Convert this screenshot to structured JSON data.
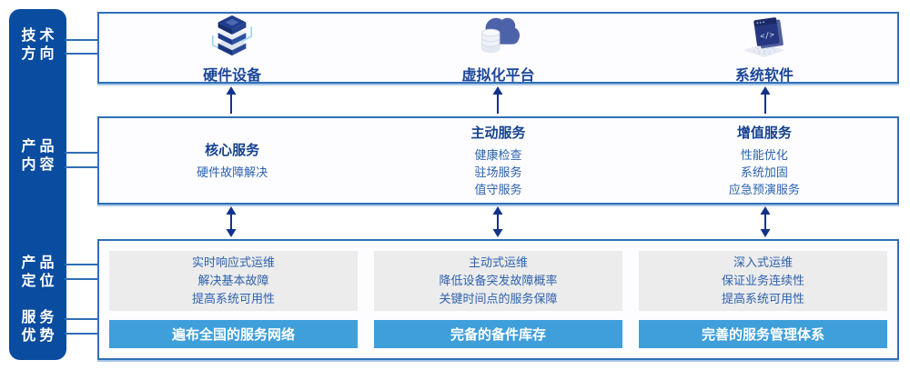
{
  "colors": {
    "sidebar_bg": "#0a4c9f",
    "box_border": "#2f6fb6",
    "title_text": "#15418f",
    "body_text": "#2b62ae",
    "arrow": "#12338a",
    "gray_panel_bg": "#ececec",
    "highlight_bar_bg": "#3f9fdb",
    "highlight_bar_text": "#ffffff"
  },
  "sidebar": {
    "labels": [
      {
        "line1": "技术",
        "line2": "方向"
      },
      {
        "line1": "产品",
        "line2": "内容"
      },
      {
        "line1": "产品",
        "line2": "定位"
      },
      {
        "line1": "服务",
        "line2": "优势"
      }
    ]
  },
  "tech_row": {
    "items": [
      {
        "icon": "server-stack-icon",
        "label": "硬件设备"
      },
      {
        "icon": "cloud-database-icon",
        "label": "虚拟化平台"
      },
      {
        "icon": "code-window-icon",
        "label": "系统软件"
      }
    ]
  },
  "content_row": {
    "columns": [
      {
        "title": "核心服务",
        "items": [
          "硬件故障解决"
        ]
      },
      {
        "title": "主动服务",
        "items": [
          "健康检查",
          "驻场服务",
          "值守服务"
        ]
      },
      {
        "title": "增值服务",
        "items": [
          "性能优化",
          "系统加固",
          "应急预演服务"
        ]
      }
    ]
  },
  "positioning_row": {
    "columns": [
      {
        "lines": [
          "实时响应式运维",
          "解决基本故障",
          "提高系统可用性"
        ],
        "highlight": "遍布全国的服务网络"
      },
      {
        "lines": [
          "主动式运维",
          "降低设备突发故障概率",
          "关键时间点的服务保障"
        ],
        "highlight": "完备的备件库存"
      },
      {
        "lines": [
          "深入式运维",
          "保证业务连续性",
          "提高系统可用性"
        ],
        "highlight": "完善的服务管理体系"
      }
    ]
  }
}
